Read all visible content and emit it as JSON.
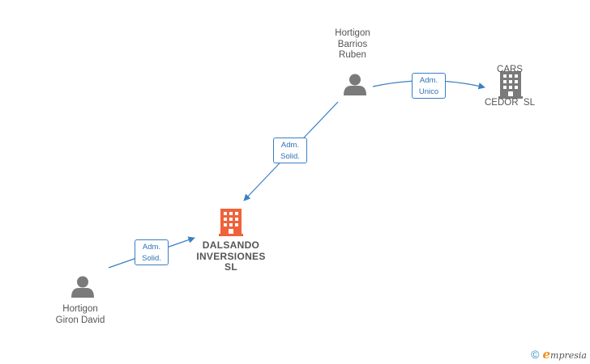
{
  "nodes": {
    "hortigon_barrios": {
      "label_lines": [
        "Hortigon",
        "Barrios",
        "Ruben"
      ],
      "type": "person"
    },
    "cars_cedor": {
      "label_lines": [
        "CARS",
        "CEDOR  SL"
      ],
      "type": "company"
    },
    "dalsando": {
      "label_lines": [
        "DALSANDO",
        "INVERSIONES",
        "SL"
      ],
      "type": "company-main"
    },
    "hortigon_giron": {
      "label_lines": [
        "Hortigon",
        "Giron David"
      ],
      "type": "person"
    }
  },
  "edges": {
    "barrios_to_cars": {
      "line1": "Adm.",
      "line2": "Unico"
    },
    "barrios_to_dalsando": {
      "line1": "Adm.",
      "line2": "Solid."
    },
    "giron_to_dalsando": {
      "line1": "Adm.",
      "line2": "Solid."
    }
  },
  "colors": {
    "edge": "#3a7fc4",
    "person_icon": "#7a7a7a",
    "company_icon": "#7a7a7a",
    "main_company_icon": "#f0623a"
  },
  "brand": {
    "copyright": "©",
    "e": "e",
    "rest": "mpresia"
  }
}
